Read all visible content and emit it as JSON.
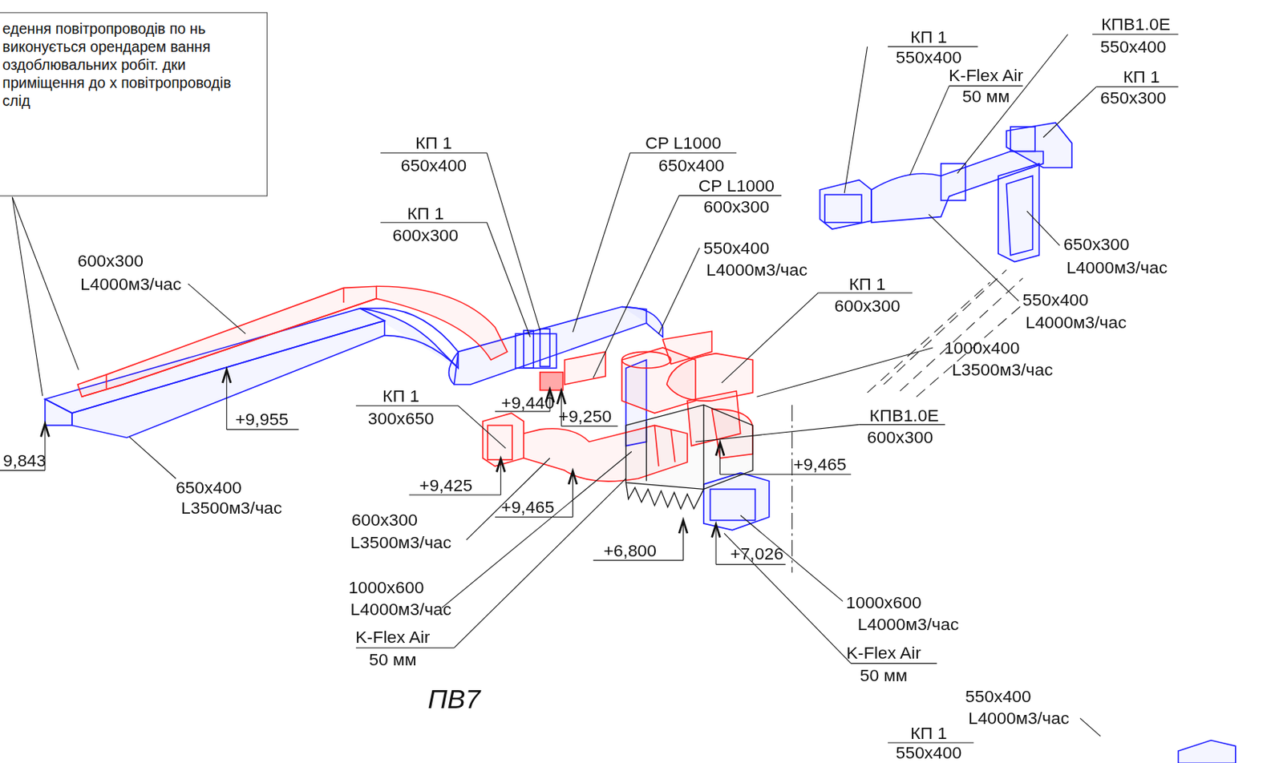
{
  "diagram": {
    "caption": "ПВ7",
    "nodes": [
      {
        "text": [
          "едення повітропроводів по нь виконується орендарем вання оздоблювальних робіт. дки приміщення до х повітропроводів слід"
        ]
      }
    ],
    "labels": [
      "КП 1",
      "550x400",
      "КПВ1.0E",
      "550x400",
      "K-Flex Air",
      "50 мм",
      "КП 1",
      "650x300",
      "КП 1",
      "650x400",
      "CP L1000",
      "650x400",
      "CP L1000",
      "600x300",
      "КП 1",
      "600x300",
      "650x300",
      "L4000м3/час",
      "550x400",
      "L4000м3/час",
      "600x300",
      "L4000м3/час",
      "КП 1",
      "600x300",
      "550x400",
      "L4000м3/час",
      "1000x400",
      "L3500м3/час",
      "КП 1",
      "300x650",
      "+9,440",
      "+9,250",
      "+9,955",
      "КПВ1.0E",
      "600x300",
      "9,843",
      "+9,465",
      "+9,425",
      "650x400",
      "L3500м3/час",
      "+9,465",
      "600x300",
      "L3500м3/час",
      "+6,800",
      "+7,026",
      "1000x600",
      "L4000м3/час",
      "1000x600",
      "L4000м3/час",
      "K-Flex Air",
      "50 мм",
      "K-Flex Air",
      "50 мм",
      "550x400",
      "L4000м3/час",
      "КП 1",
      "550x400"
    ]
  }
}
